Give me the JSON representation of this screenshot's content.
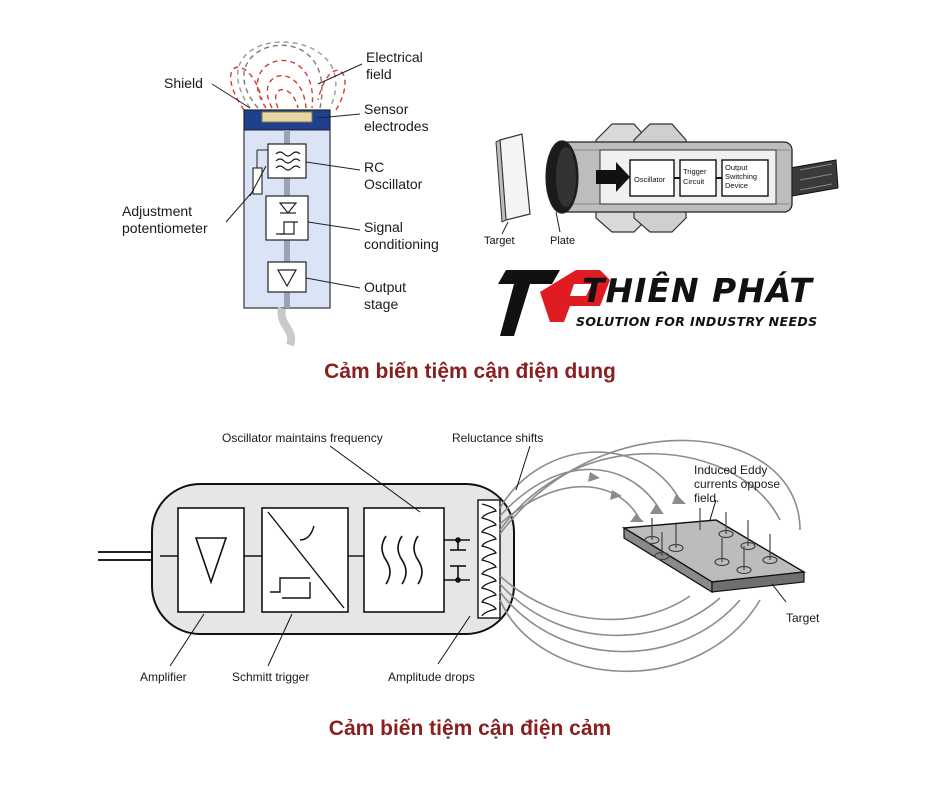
{
  "capacitive": {
    "caption": "Cảm biến tiệm cận điện dung",
    "labels": {
      "electrical_field": [
        "Electrical",
        "field"
      ],
      "shield": "Shield",
      "sensor_electrodes": [
        "Sensor",
        "electrodes"
      ],
      "rc_oscillator": [
        "RC",
        "Oscillator"
      ],
      "adjustment_potentiometer": [
        "Adjustment",
        "potentiometer"
      ],
      "signal_conditioning": [
        "Signal",
        "conditioning"
      ],
      "output_stage": [
        "Output",
        "stage"
      ]
    }
  },
  "sensor_photo": {
    "target": "Target",
    "plate": "Plate",
    "oscillator": "Oscillator",
    "trigger": [
      "Trigger",
      "Circuit"
    ],
    "output_switching": [
      "Output",
      "Switching",
      "Device"
    ]
  },
  "logo": {
    "name": "THIÊN PHÁT",
    "tagline": "SOLUTION FOR INDUSTRY NEEDS",
    "colors": {
      "red": "#e01b22",
      "black": "#111111"
    }
  },
  "inductive": {
    "caption": "Cảm biến tiệm cận điện cảm",
    "labels": {
      "oscillator_maintains": "Oscillator maintains frequency",
      "reluctance_shifts": "Reluctance shifts",
      "induced_eddy": [
        "Induced Eddy",
        "currents oppose",
        "field."
      ],
      "target": "Target",
      "amplifier": "Amplifier",
      "schmitt_trigger": "Schmitt trigger",
      "amplitude_drops": "Amplitude drops"
    }
  },
  "colors": {
    "caption": "#8a1f1f",
    "field_dash": "#d23a3a",
    "body_blue": "#dbe3f7"
  }
}
